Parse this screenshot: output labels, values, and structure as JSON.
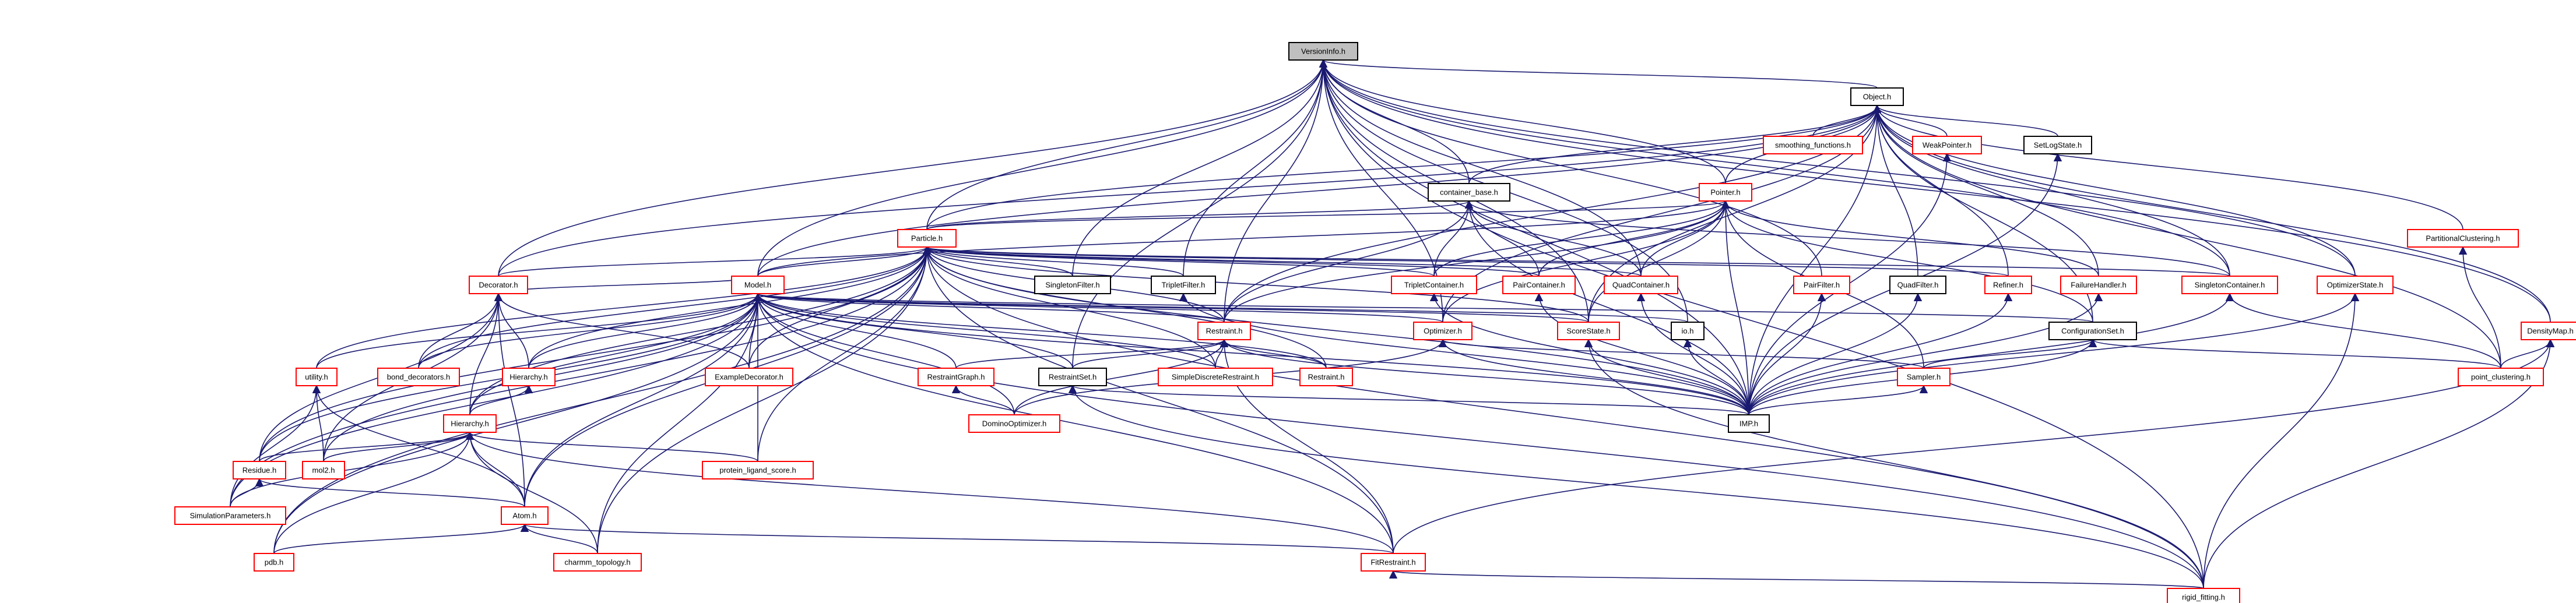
{
  "diagram": {
    "type": "include-dependency-graph",
    "edge_color": "#191970",
    "node_border_colors": {
      "documented": "#000000",
      "undocumented": "#ff0000"
    },
    "root_fill": "#bfbfbf",
    "nodes": [
      {
        "id": "versioninfo",
        "label": "VersionInfo.h",
        "style": "root"
      },
      {
        "id": "object",
        "label": "Object.h",
        "style": "black"
      },
      {
        "id": "smoothing",
        "label": "smoothing_functions.h",
        "style": "red"
      },
      {
        "id": "weakpointer",
        "label": "WeakPointer.h",
        "style": "red"
      },
      {
        "id": "setlogstate",
        "label": "SetLogState.h",
        "style": "black"
      },
      {
        "id": "partclust",
        "label": "PartitionalClustering.h",
        "style": "red"
      },
      {
        "id": "containerbase",
        "label": "container_base.h",
        "style": "black"
      },
      {
        "id": "pointer",
        "label": "Pointer.h",
        "style": "red"
      },
      {
        "id": "particle",
        "label": "Particle.h",
        "style": "red"
      },
      {
        "id": "singletonfilter",
        "label": "SingletonFilter.h",
        "style": "black"
      },
      {
        "id": "tripletfilter",
        "label": "TripletFilter.h",
        "style": "black"
      },
      {
        "id": "tripletcontainer",
        "label": "TripletContainer.h",
        "style": "red"
      },
      {
        "id": "paircontainer",
        "label": "PairContainer.h",
        "style": "red"
      },
      {
        "id": "quadcontainer",
        "label": "QuadContainer.h",
        "style": "red"
      },
      {
        "id": "pairfilter",
        "label": "PairFilter.h",
        "style": "red"
      },
      {
        "id": "quadfilter",
        "label": "QuadFilter.h",
        "style": "black"
      },
      {
        "id": "refiner",
        "label": "Refiner.h",
        "style": "red"
      },
      {
        "id": "failurehandler",
        "label": "FailureHandler.h",
        "style": "red"
      },
      {
        "id": "singletoncontainer",
        "label": "SingletonContainer.h",
        "style": "red"
      },
      {
        "id": "optimizerstate",
        "label": "OptimizerState.h",
        "style": "red"
      },
      {
        "id": "model",
        "label": "Model.h",
        "style": "red"
      },
      {
        "id": "decorator",
        "label": "Decorator.h",
        "style": "red"
      },
      {
        "id": "restraint",
        "label": "Restraint.h",
        "style": "red"
      },
      {
        "id": "optimizer",
        "label": "Optimizer.h",
        "style": "red"
      },
      {
        "id": "scorestate",
        "label": "ScoreState.h",
        "style": "red"
      },
      {
        "id": "io",
        "label": "io.h",
        "style": "black"
      },
      {
        "id": "configset",
        "label": "ConfigurationSet.h",
        "style": "black"
      },
      {
        "id": "densitymap",
        "label": "DensityMap.h",
        "style": "red"
      },
      {
        "id": "utility",
        "label": "utility.h",
        "style": "red"
      },
      {
        "id": "bonddecorators",
        "label": "bond_decorators.h",
        "style": "red"
      },
      {
        "id": "hierarchy1",
        "label": "Hierarchy.h",
        "style": "red"
      },
      {
        "id": "exampledecorator",
        "label": "ExampleDecorator.h",
        "style": "red"
      },
      {
        "id": "restraintgraph",
        "label": "RestraintGraph.h",
        "style": "red"
      },
      {
        "id": "restraintset",
        "label": "RestraintSet.h",
        "style": "black"
      },
      {
        "id": "simplediscrete",
        "label": "SimpleDiscreteRestraint.h",
        "style": "red"
      },
      {
        "id": "restraint2",
        "label": "Restraint.h",
        "style": "red"
      },
      {
        "id": "sampler",
        "label": "Sampler.h",
        "style": "red"
      },
      {
        "id": "pointclustering",
        "label": "point_clustering.h",
        "style": "red"
      },
      {
        "id": "hierarchy2",
        "label": "Hierarchy.h",
        "style": "red"
      },
      {
        "id": "dominooptimizer",
        "label": "DominoOptimizer.h",
        "style": "red"
      },
      {
        "id": "imp",
        "label": "IMP.h",
        "style": "black"
      },
      {
        "id": "residue",
        "label": "Residue.h",
        "style": "red"
      },
      {
        "id": "mol2",
        "label": "mol2.h",
        "style": "red"
      },
      {
        "id": "proteinligand",
        "label": "protein_ligand_score.h",
        "style": "red"
      },
      {
        "id": "simparams",
        "label": "SimulationParameters.h",
        "style": "red"
      },
      {
        "id": "atom",
        "label": "Atom.h",
        "style": "red"
      },
      {
        "id": "pdb",
        "label": "pdb.h",
        "style": "red"
      },
      {
        "id": "charmm",
        "label": "charmm_topology.h",
        "style": "red"
      },
      {
        "id": "fitrestraint",
        "label": "FitRestraint.h",
        "style": "red"
      },
      {
        "id": "rigidfitting",
        "label": "rigid_fitting.h",
        "style": "red"
      }
    ],
    "edges": [
      [
        "object",
        "versioninfo"
      ],
      [
        "model",
        "versioninfo"
      ],
      [
        "particle",
        "versioninfo"
      ],
      [
        "containerbase",
        "versioninfo"
      ],
      [
        "pointer",
        "versioninfo"
      ],
      [
        "tripletfilter",
        "versioninfo"
      ],
      [
        "singletonfilter",
        "versioninfo"
      ],
      [
        "quadcontainer",
        "versioninfo"
      ],
      [
        "pairfilter",
        "versioninfo"
      ],
      [
        "singletoncontainer",
        "versioninfo"
      ],
      [
        "optimizerstate",
        "versioninfo"
      ],
      [
        "densitymap",
        "versioninfo"
      ],
      [
        "imp",
        "versioninfo"
      ],
      [
        "rigidfitting",
        "versioninfo"
      ],
      [
        "decorator",
        "versioninfo"
      ],
      [
        "restraint",
        "versioninfo"
      ],
      [
        "optimizer",
        "versioninfo"
      ],
      [
        "io",
        "versioninfo"
      ],
      [
        "restraintset",
        "versioninfo"
      ],
      [
        "scorestate",
        "versioninfo"
      ],
      [
        "smoothing",
        "object"
      ],
      [
        "weakpointer",
        "object"
      ],
      [
        "setlogstate",
        "object"
      ],
      [
        "partclust",
        "object"
      ],
      [
        "containerbase",
        "object"
      ],
      [
        "pointer",
        "object"
      ],
      [
        "particle",
        "object"
      ],
      [
        "model",
        "object"
      ],
      [
        "decorator",
        "object"
      ],
      [
        "restraint",
        "object"
      ],
      [
        "scorestate",
        "object"
      ],
      [
        "optimizer",
        "object"
      ],
      [
        "refiner",
        "object"
      ],
      [
        "failurehandler",
        "object"
      ],
      [
        "configset",
        "object"
      ],
      [
        "pointclustering",
        "object"
      ],
      [
        "quadfilter",
        "object"
      ],
      [
        "singletoncontainer",
        "object"
      ],
      [
        "optimizerstate",
        "object"
      ],
      [
        "imp",
        "object"
      ],
      [
        "imp",
        "weakpointer"
      ],
      [
        "imp",
        "setlogstate"
      ],
      [
        "pointclustering",
        "partclust"
      ],
      [
        "densitymap",
        "object"
      ],
      [
        "particle",
        "containerbase"
      ],
      [
        "tripletcontainer",
        "containerbase"
      ],
      [
        "paircontainer",
        "containerbase"
      ],
      [
        "quadcontainer",
        "containerbase"
      ],
      [
        "singletoncontainer",
        "containerbase"
      ],
      [
        "restraint",
        "containerbase"
      ],
      [
        "imp",
        "containerbase"
      ],
      [
        "particle",
        "pointer"
      ],
      [
        "model",
        "pointer"
      ],
      [
        "tripletcontainer",
        "pointer"
      ],
      [
        "paircontainer",
        "pointer"
      ],
      [
        "quadcontainer",
        "pointer"
      ],
      [
        "optimizer",
        "pointer"
      ],
      [
        "scorestate",
        "pointer"
      ],
      [
        "sampler",
        "pointer"
      ],
      [
        "imp",
        "pointer"
      ],
      [
        "configset",
        "pointer"
      ],
      [
        "restraint",
        "pointer"
      ],
      [
        "failurehandler",
        "pointer"
      ],
      [
        "model",
        "particle"
      ],
      [
        "singletonfilter",
        "particle"
      ],
      [
        "tripletfilter",
        "particle"
      ],
      [
        "tripletcontainer",
        "particle"
      ],
      [
        "paircontainer",
        "particle"
      ],
      [
        "quadcontainer",
        "particle"
      ],
      [
        "decorator",
        "particle"
      ],
      [
        "restraint",
        "particle"
      ],
      [
        "scorestate",
        "particle"
      ],
      [
        "singletoncontainer",
        "particle"
      ],
      [
        "bonddecorators",
        "particle"
      ],
      [
        "hierarchy1",
        "particle"
      ],
      [
        "utility",
        "particle"
      ],
      [
        "exampledecorator",
        "particle"
      ],
      [
        "simplediscrete",
        "particle"
      ],
      [
        "restraint2",
        "particle"
      ],
      [
        "proteinligand",
        "particle"
      ],
      [
        "hierarchy2",
        "particle"
      ],
      [
        "residue",
        "particle"
      ],
      [
        "simparams",
        "particle"
      ],
      [
        "atom",
        "particle"
      ],
      [
        "charmm",
        "particle"
      ],
      [
        "pdb",
        "particle"
      ],
      [
        "rigidfitting",
        "particle"
      ],
      [
        "refiner",
        "particle"
      ],
      [
        "fitrestraint",
        "particle"
      ],
      [
        "imp",
        "particle"
      ],
      [
        "decorator",
        "model"
      ],
      [
        "restraint",
        "model"
      ],
      [
        "optimizer",
        "model"
      ],
      [
        "scorestate",
        "model"
      ],
      [
        "utility",
        "model"
      ],
      [
        "bonddecorators",
        "model"
      ],
      [
        "hierarchy1",
        "model"
      ],
      [
        "exampledecorator",
        "model"
      ],
      [
        "restraintgraph",
        "model"
      ],
      [
        "restraintset",
        "model"
      ],
      [
        "simplediscrete",
        "model"
      ],
      [
        "restraint2",
        "model"
      ],
      [
        "dominooptimizer",
        "model"
      ],
      [
        "hierarchy2",
        "model"
      ],
      [
        "residue",
        "model"
      ],
      [
        "mol2",
        "model"
      ],
      [
        "proteinligand",
        "model"
      ],
      [
        "simparams",
        "model"
      ],
      [
        "atom",
        "model"
      ],
      [
        "pdb",
        "model"
      ],
      [
        "charmm",
        "model"
      ],
      [
        "fitrestraint",
        "model"
      ],
      [
        "rigidfitting",
        "model"
      ],
      [
        "imp",
        "model"
      ],
      [
        "configset",
        "model"
      ],
      [
        "io",
        "model"
      ],
      [
        "bonddecorators",
        "decorator"
      ],
      [
        "hierarchy1",
        "decorator"
      ],
      [
        "exampledecorator",
        "decorator"
      ],
      [
        "hierarchy2",
        "decorator"
      ],
      [
        "residue",
        "decorator"
      ],
      [
        "atom",
        "decorator"
      ],
      [
        "mol2",
        "decorator"
      ],
      [
        "restraintgraph",
        "restraint"
      ],
      [
        "restraintset",
        "restraint"
      ],
      [
        "simplediscrete",
        "restraint"
      ],
      [
        "restraint2",
        "restraint"
      ],
      [
        "dominooptimizer",
        "restraint"
      ],
      [
        "fitrestraint",
        "restraint"
      ],
      [
        "imp",
        "restraint"
      ],
      [
        "sampler",
        "optimizer"
      ],
      [
        "imp",
        "optimizer"
      ],
      [
        "dominooptimizer",
        "optimizer"
      ],
      [
        "imp",
        "scorestate"
      ],
      [
        "rigidfitting",
        "scorestate"
      ],
      [
        "imp",
        "io"
      ],
      [
        "sampler",
        "configset"
      ],
      [
        "imp",
        "configset"
      ],
      [
        "pointclustering",
        "configset"
      ],
      [
        "pointclustering",
        "densitymap"
      ],
      [
        "fitrestraint",
        "densitymap"
      ],
      [
        "rigidfitting",
        "densitymap"
      ],
      [
        "hierarchy2",
        "hierarchy1"
      ],
      [
        "simparams",
        "utility"
      ],
      [
        "mol2",
        "utility"
      ],
      [
        "atom",
        "utility"
      ],
      [
        "imp",
        "restraintset"
      ],
      [
        "dominooptimizer",
        "restraintgraph"
      ],
      [
        "rigidfitting",
        "restraintset"
      ],
      [
        "atom",
        "hierarchy2"
      ],
      [
        "residue",
        "hierarchy2"
      ],
      [
        "mol2",
        "hierarchy2"
      ],
      [
        "proteinligand",
        "hierarchy2"
      ],
      [
        "simparams",
        "hierarchy2"
      ],
      [
        "pdb",
        "hierarchy2"
      ],
      [
        "charmm",
        "hierarchy2"
      ],
      [
        "fitrestraint",
        "hierarchy2"
      ],
      [
        "simparams",
        "residue"
      ],
      [
        "atom",
        "residue"
      ],
      [
        "pdb",
        "atom"
      ],
      [
        "charmm",
        "atom"
      ],
      [
        "fitrestraint",
        "atom"
      ],
      [
        "rigidfitting",
        "fitrestraint"
      ],
      [
        "imp",
        "tripletcontainer"
      ],
      [
        "imp",
        "paircontainer"
      ],
      [
        "imp",
        "quadcontainer"
      ],
      [
        "imp",
        "pairfilter"
      ],
      [
        "imp",
        "quadfilter"
      ],
      [
        "imp",
        "refiner"
      ],
      [
        "imp",
        "failurehandler"
      ],
      [
        "imp",
        "singletoncontainer"
      ],
      [
        "imp",
        "optimizerstate"
      ],
      [
        "imp",
        "sampler"
      ],
      [
        "imp",
        "tripletfilter"
      ],
      [
        "pointclustering",
        "singletoncontainer"
      ],
      [
        "rigidfitting",
        "optimizerstate"
      ],
      [
        "rigidfitting",
        "rigidfitting_none"
      ]
    ]
  }
}
